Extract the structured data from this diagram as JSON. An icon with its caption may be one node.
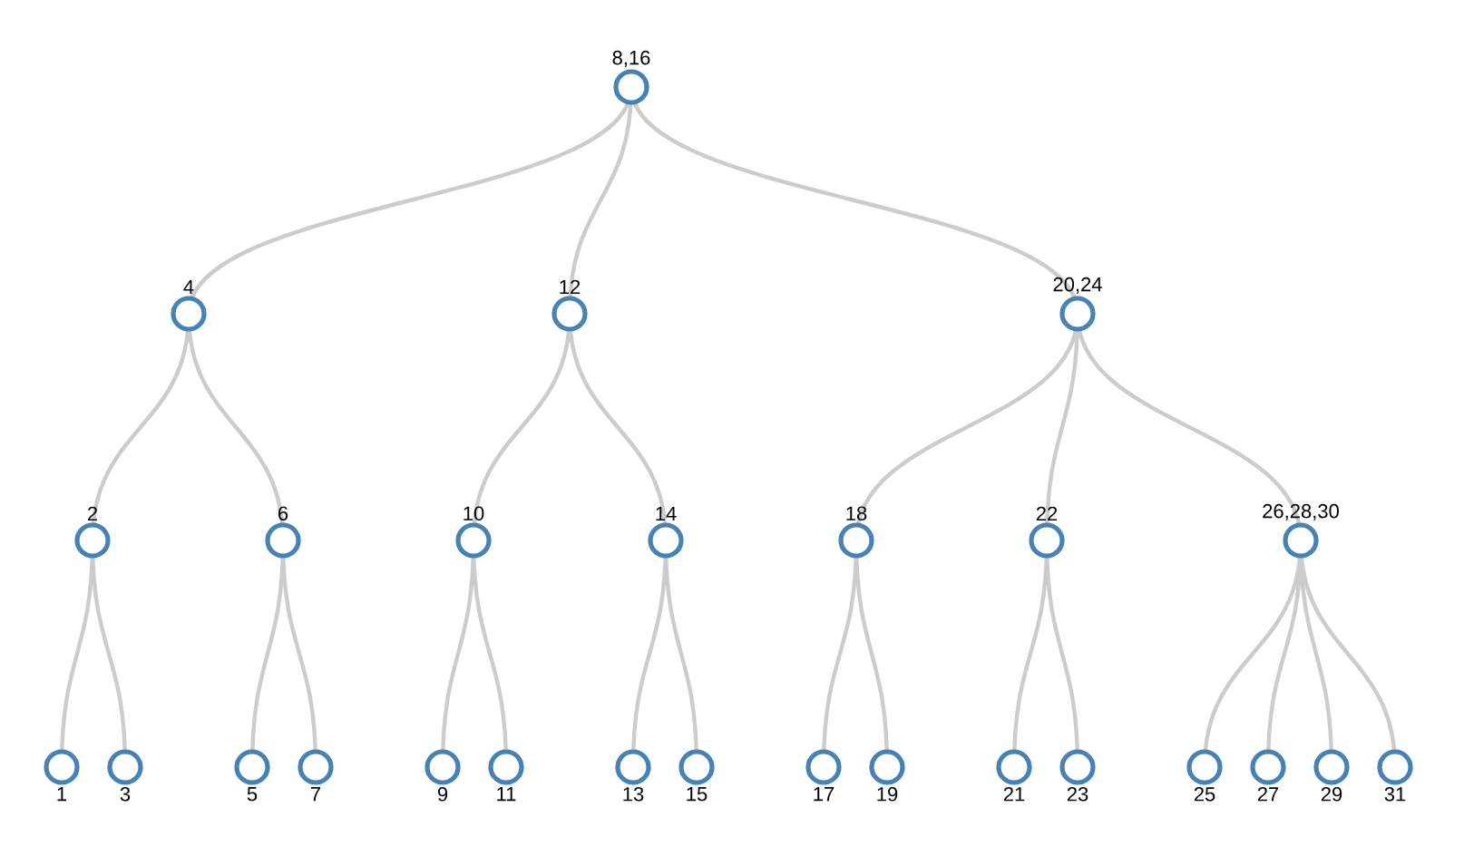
{
  "diagram": {
    "nodes": [
      {
        "text": [
          "8,16"
        ]
      },
      {
        "text": [
          "4"
        ]
      },
      {
        "text": [
          "12"
        ]
      },
      {
        "text": [
          "20,24"
        ]
      },
      {
        "text": [
          "2"
        ]
      },
      {
        "text": [
          "6"
        ]
      },
      {
        "text": [
          "10"
        ]
      },
      {
        "text": [
          "14"
        ]
      },
      {
        "text": [
          "18"
        ]
      },
      {
        "text": [
          "22"
        ]
      },
      {
        "text": [
          "26,28,30"
        ]
      },
      {
        "text": [
          "1"
        ]
      },
      {
        "text": [
          "3"
        ]
      },
      {
        "text": [
          "5"
        ]
      },
      {
        "text": [
          "7"
        ]
      },
      {
        "text": [
          "9"
        ]
      },
      {
        "text": [
          "11"
        ]
      },
      {
        "text": [
          "13"
        ]
      },
      {
        "text": [
          "15"
        ]
      },
      {
        "text": [
          "17"
        ]
      },
      {
        "text": [
          "19"
        ]
      },
      {
        "text": [
          "21"
        ]
      },
      {
        "text": [
          "23"
        ]
      },
      {
        "text": [
          "25"
        ]
      },
      {
        "text": [
          "27"
        ]
      },
      {
        "text": [
          "29"
        ]
      },
      {
        "text": [
          "31"
        ]
      }
    ],
    "edges": [
      {
        "from": 0,
        "to": 1,
        "arrow": "none"
      },
      {
        "from": 0,
        "to": 2,
        "arrow": "none"
      },
      {
        "from": 0,
        "to": 3,
        "arrow": "none"
      },
      {
        "from": 1,
        "to": 4,
        "arrow": "none"
      },
      {
        "from": 1,
        "to": 5,
        "arrow": "none"
      },
      {
        "from": 2,
        "to": 6,
        "arrow": "none"
      },
      {
        "from": 2,
        "to": 7,
        "arrow": "none"
      },
      {
        "from": 3,
        "to": 8,
        "arrow": "none"
      },
      {
        "from": 3,
        "to": 9,
        "arrow": "none"
      },
      {
        "from": 3,
        "to": 10,
        "arrow": "none"
      },
      {
        "from": 4,
        "to": 11,
        "arrow": "none"
      },
      {
        "from": 4,
        "to": 12,
        "arrow": "none"
      },
      {
        "from": 5,
        "to": 13,
        "arrow": "none"
      },
      {
        "from": 5,
        "to": 14,
        "arrow": "none"
      },
      {
        "from": 6,
        "to": 15,
        "arrow": "none"
      },
      {
        "from": 6,
        "to": 16,
        "arrow": "none"
      },
      {
        "from": 7,
        "to": 17,
        "arrow": "none"
      },
      {
        "from": 7,
        "to": 18,
        "arrow": "none"
      },
      {
        "from": 8,
        "to": 19,
        "arrow": "none"
      },
      {
        "from": 8,
        "to": 20,
        "arrow": "none"
      },
      {
        "from": 9,
        "to": 21,
        "arrow": "none"
      },
      {
        "from": 9,
        "to": 22,
        "arrow": "none"
      },
      {
        "from": 10,
        "to": 23,
        "arrow": "none"
      },
      {
        "from": 10,
        "to": 24,
        "arrow": "none"
      },
      {
        "from": 10,
        "to": 25,
        "arrow": "none"
      },
      {
        "from": 10,
        "to": 26,
        "arrow": "none"
      }
    ]
  }
}
